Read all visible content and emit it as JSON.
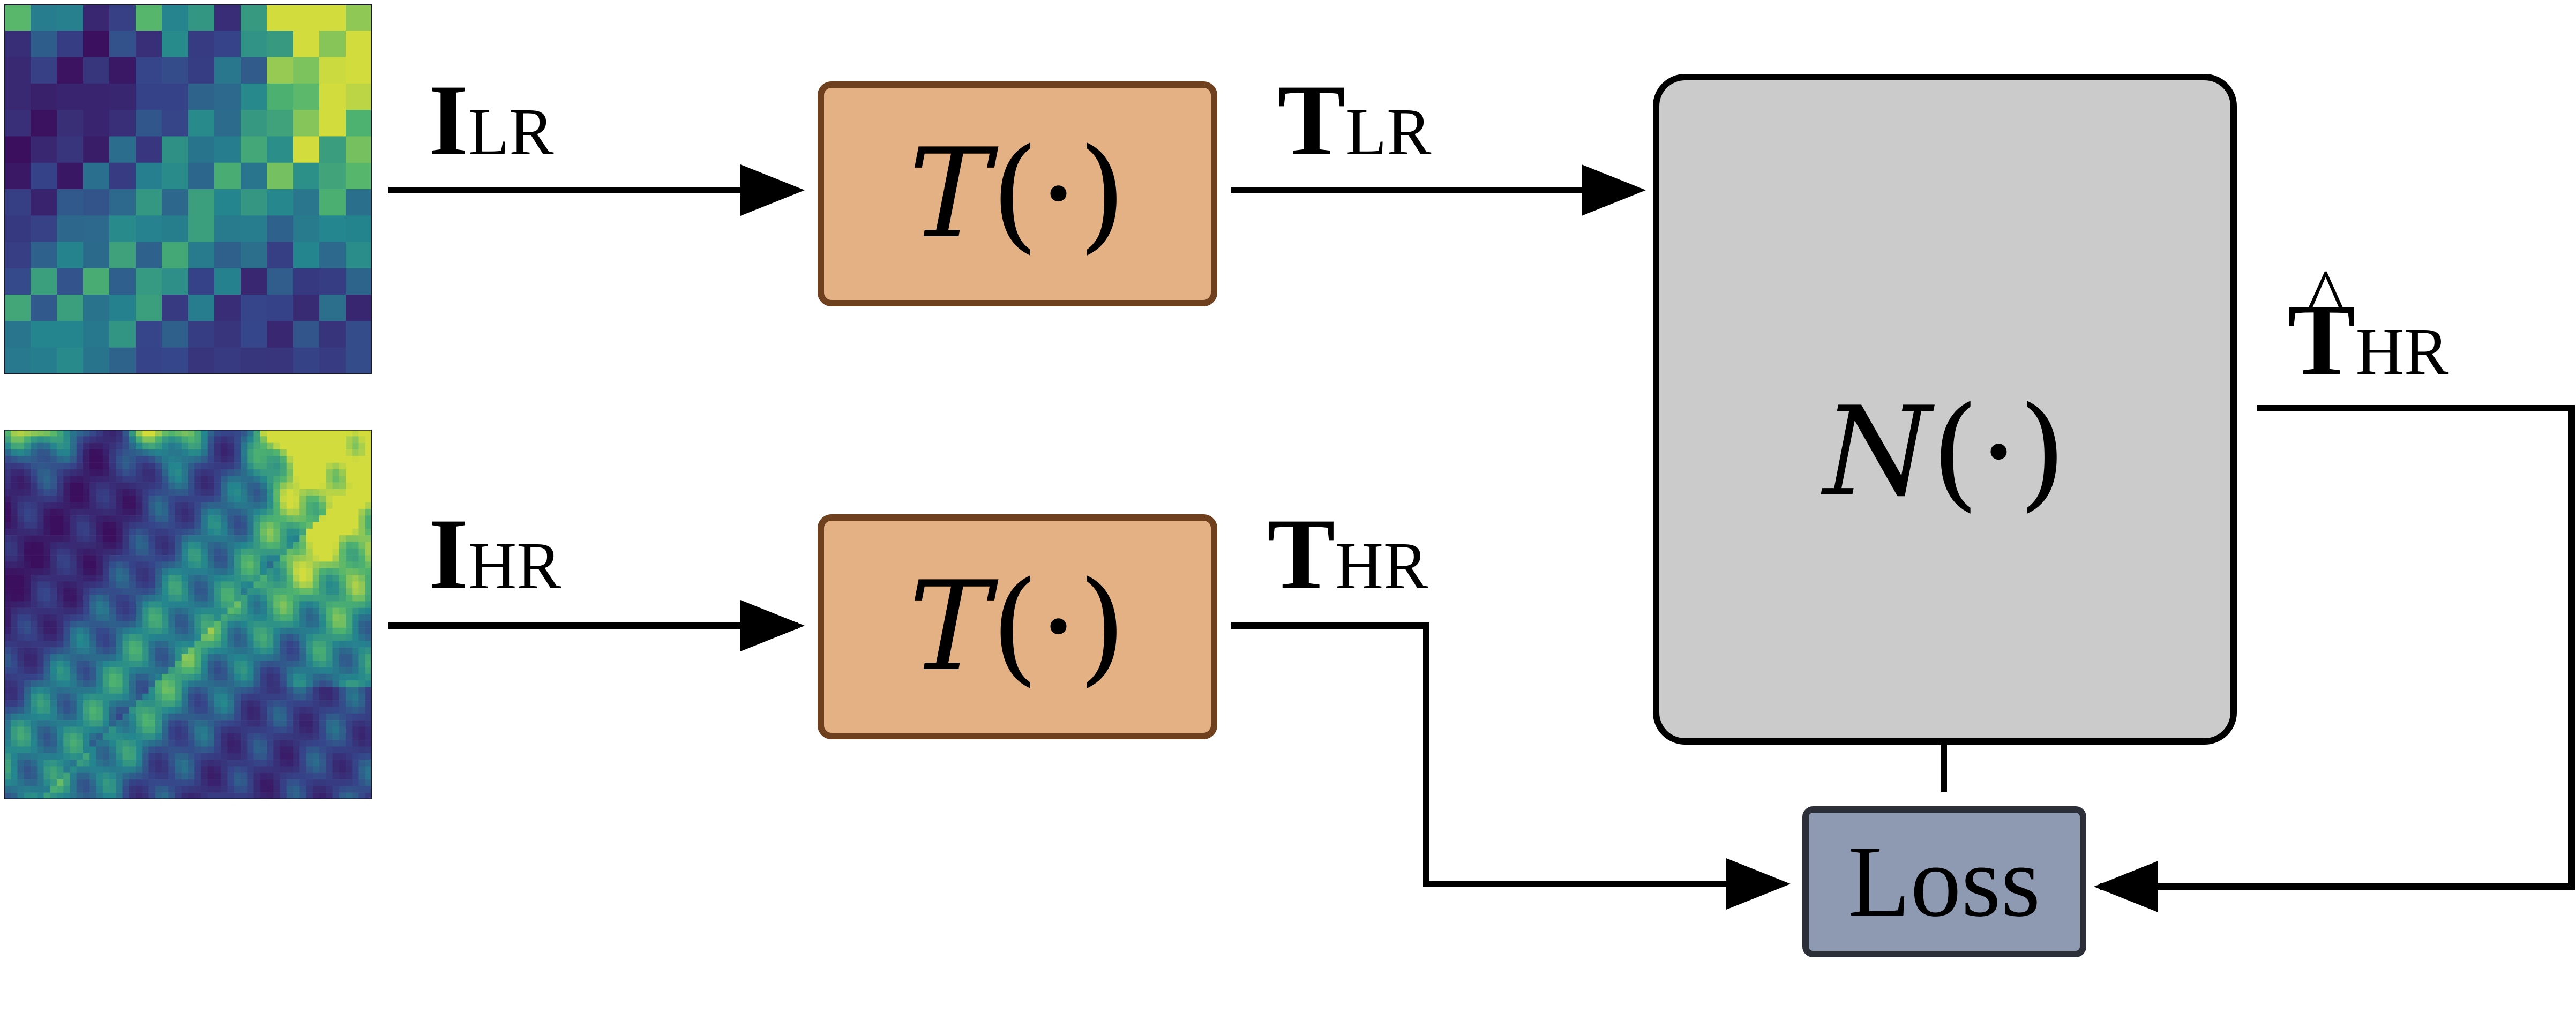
{
  "labels": {
    "i_lr": {
      "main": "I",
      "sub": "LR"
    },
    "i_hr": {
      "main": "I",
      "sub": "HR"
    },
    "t_lr": {
      "main": "T",
      "sub": "LR"
    },
    "t_hr": {
      "main": "T",
      "sub": "HR"
    },
    "t_hr_hat": {
      "main": "T",
      "sub": "HR"
    }
  },
  "boxes": {
    "transform_lr": {
      "symbol": "T",
      "arg": "(·)"
    },
    "transform_hr": {
      "symbol": "T",
      "arg": "(·)"
    },
    "network": {
      "symbol": "N",
      "arg": "(·)"
    },
    "loss": {
      "label": "Loss"
    }
  },
  "colors": {
    "transform_fill": "#e3b184",
    "transform_border": "#6f401d",
    "network_fill": "#cbcbcb",
    "loss_fill": "#8d9ab2",
    "heatmap_low": "#3b0f5e",
    "heatmap_mid": "#2e8b8b",
    "heatmap_high": "#c8d83a"
  },
  "images": {
    "low_res_heatmap": {
      "grid": 14
    },
    "high_res_heatmap": {
      "grid": 56
    }
  }
}
